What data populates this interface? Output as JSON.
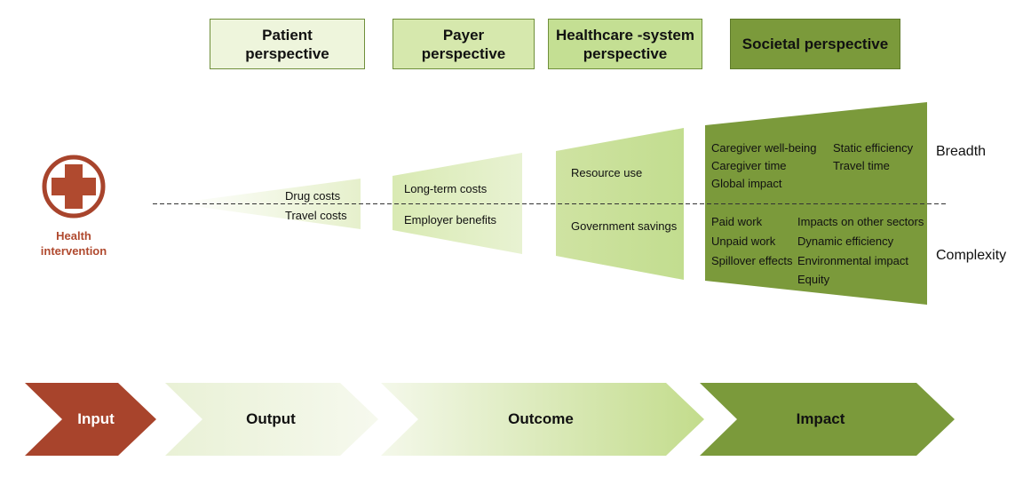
{
  "perspectives": {
    "patient": "Patient\nperspective",
    "payer": "Payer\nperspective",
    "healthcare": "Healthcare -system\nperspective",
    "societal": "Societal perspective"
  },
  "health": {
    "icon": "medical-cross-icon",
    "label": "Health\nintervention"
  },
  "patient_items": [
    "Drug costs",
    "Travel costs"
  ],
  "payer_items": [
    "Long-term costs",
    "Employer benefits"
  ],
  "healthcare_items": [
    "Resource use",
    "Government savings"
  ],
  "societal_items": {
    "top_left": [
      "Caregiver well-being",
      "Caregiver time",
      "Global impact"
    ],
    "top_right": [
      "Static efficiency",
      "Travel time"
    ],
    "bottom_left": [
      "Paid work",
      "Unpaid work",
      "Spillover effects"
    ],
    "bottom_right": [
      "Impacts on other sectors",
      "Dynamic efficiency",
      "Environmental impact",
      "Equity"
    ]
  },
  "axis_labels": {
    "breadth": "Breadth",
    "complexity": "Complexity"
  },
  "stages": {
    "input": "Input",
    "output": "Output",
    "outcome": "Outcome",
    "impact": "Impact"
  },
  "colors": {
    "input": "#a8442c",
    "impact": "#7b9a3b",
    "light_green": "#eef5dc",
    "mid_green": "#c4df93",
    "accent_red": "#b04a2f"
  }
}
